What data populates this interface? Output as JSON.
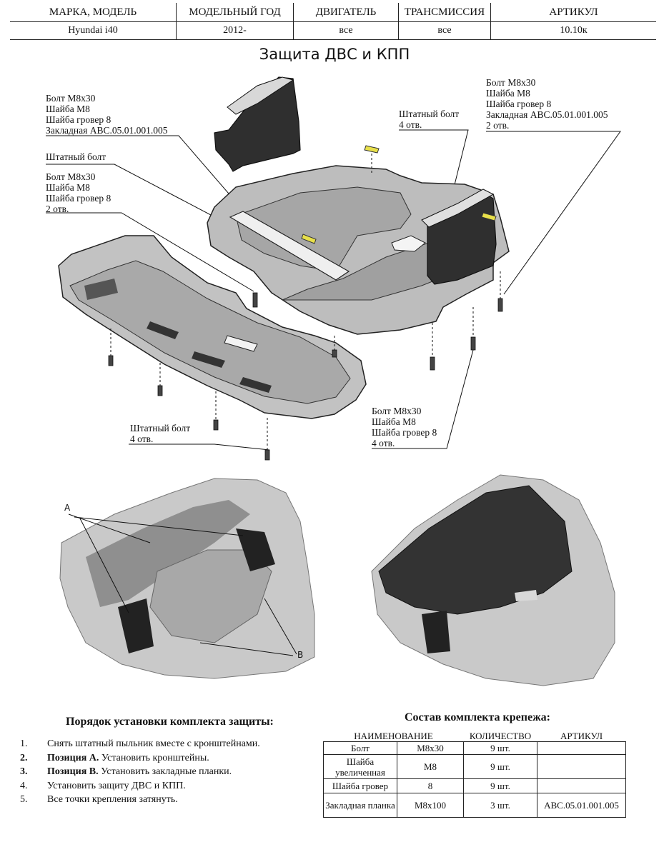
{
  "header": {
    "cols": [
      "МАРКА, МОДЕЛЬ",
      "МОДЕЛЬНЫЙ ГОД",
      "ДВИГАТЕЛЬ",
      "ТРАНСМИССИЯ",
      "АРТИКУЛ"
    ],
    "values": [
      "Hyundai i40",
      "2012-",
      "все",
      "все",
      "10.10к"
    ]
  },
  "title": "Защита ДВС и КПП",
  "callouts": {
    "top_left": [
      "Болт М8х30",
      "Шайба М8",
      "Шайба гровер 8",
      "Закладная АВС.05.01.001.005"
    ],
    "stock_bolt_left": "Штатный болт",
    "mid_left": [
      "Болт М8х30",
      "Шайба М8",
      "Шайба гровер 8",
      "2 отв."
    ],
    "stock_bolt_center": [
      "Штатный болт",
      "4 отв."
    ],
    "top_right": [
      "Болт М8х30",
      "Шайба М8",
      "Шайба гровер 8",
      "Закладная АВС.05.01.001.005",
      "2 отв."
    ],
    "bottom_left": [
      "Штатный болт",
      "4 отв."
    ],
    "bottom_right": [
      "Болт М8х30",
      "Шайба М8",
      "Шайба гровер 8",
      "4 отв."
    ]
  },
  "photo_markers": {
    "a": "A",
    "b": "B"
  },
  "install": {
    "title": "Порядок установки комплекта защиты:",
    "steps": [
      {
        "n": "1.",
        "bold": "",
        "text": "Снять штатный пыльник вместе с кронштейнами."
      },
      {
        "n": "2.",
        "bold": "Позиция А.",
        "text": " Установить кронштейны."
      },
      {
        "n": "3.",
        "bold": "Позиция В.",
        "text": " Установить закладные планки."
      },
      {
        "n": "4.",
        "bold": "",
        "text": "Установить защиту ДВС и КПП."
      },
      {
        "n": "5.",
        "bold": "",
        "text": "Все точки крепления затянуть."
      }
    ]
  },
  "kit": {
    "title": "Состав комплекта крепежа:",
    "headers": [
      "НАИМЕНОВАНИЕ",
      "КОЛИЧЕСТВО",
      "АРТИКУЛ"
    ],
    "rows": [
      [
        "Болт",
        "М8х30",
        "9 шт.",
        ""
      ],
      [
        "Шайба увеличенная",
        "М8",
        "9 шт.",
        ""
      ],
      [
        "Шайба гровер",
        "8",
        "9 шт.",
        ""
      ],
      [
        "Закладная планка",
        "М8х100",
        "3 шт.",
        "АВС.05.01.001.005"
      ]
    ]
  },
  "colors": {
    "part_gray": "#b9b9b9",
    "dark_part": "#3a3a3a",
    "bracket_yellow": "#e8e04a"
  }
}
